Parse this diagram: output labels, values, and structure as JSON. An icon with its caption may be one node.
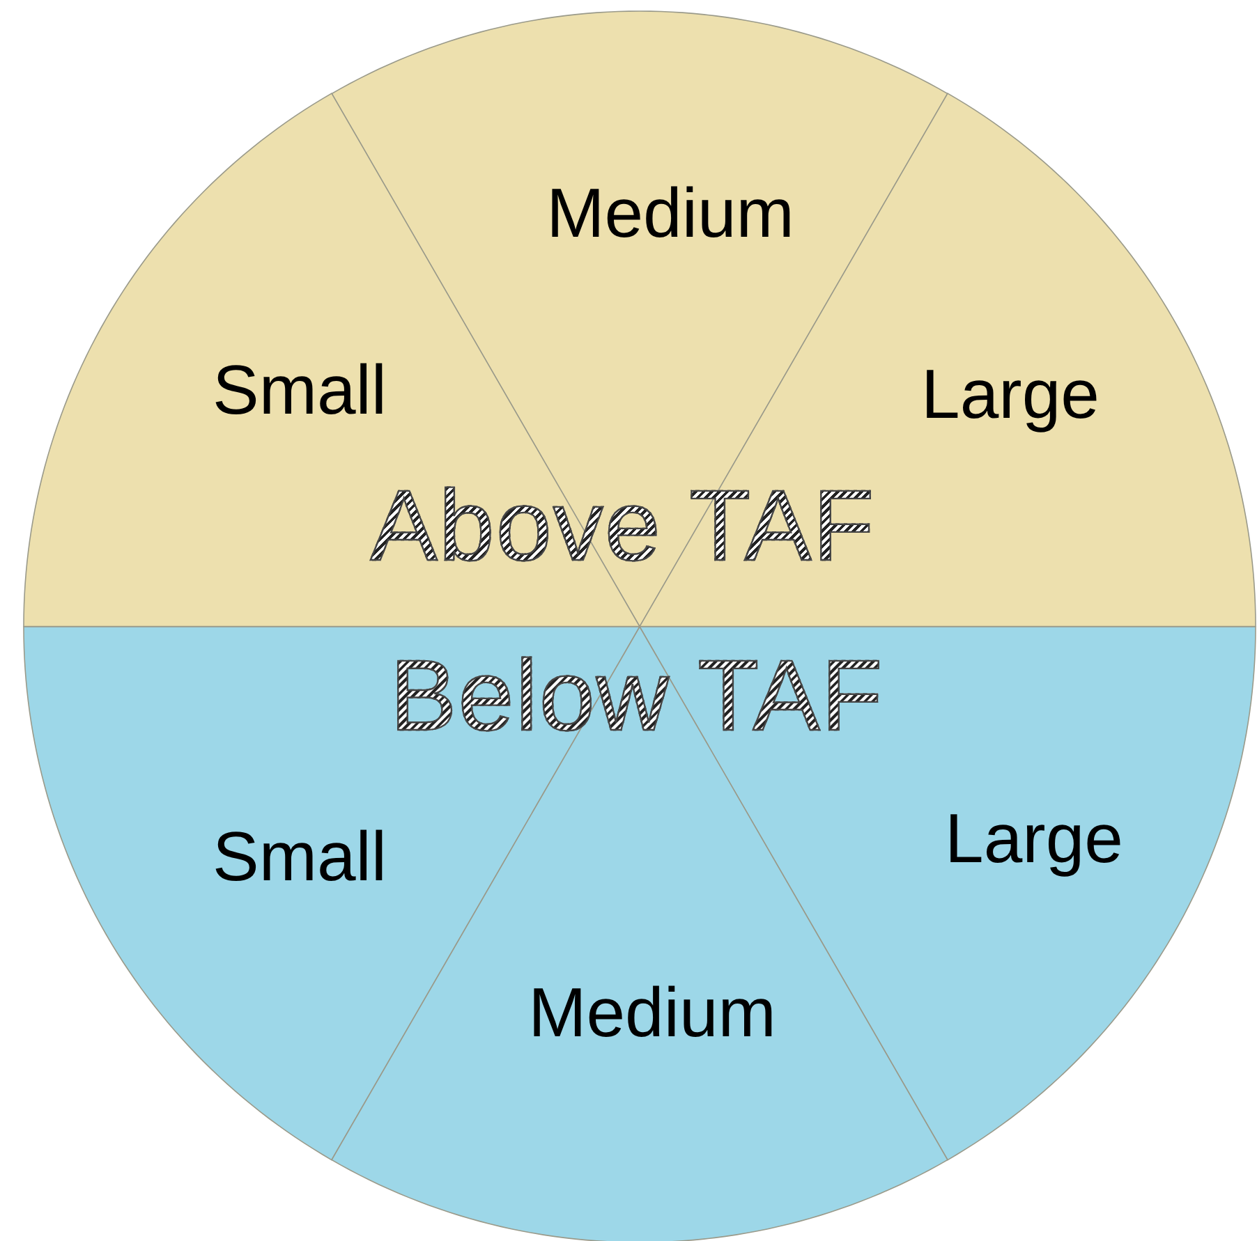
{
  "diagram": {
    "nodes": [
      {
        "text": [
          "Medium"
        ]
      },
      {
        "text": [
          "Small"
        ]
      },
      {
        "text": [
          "Large"
        ]
      },
      {
        "text": [
          "Small"
        ]
      },
      {
        "text": [
          "Large"
        ]
      },
      {
        "text": [
          "Medium"
        ]
      }
    ],
    "labels": [
      "Above TAF",
      "Below TAF"
    ]
  }
}
